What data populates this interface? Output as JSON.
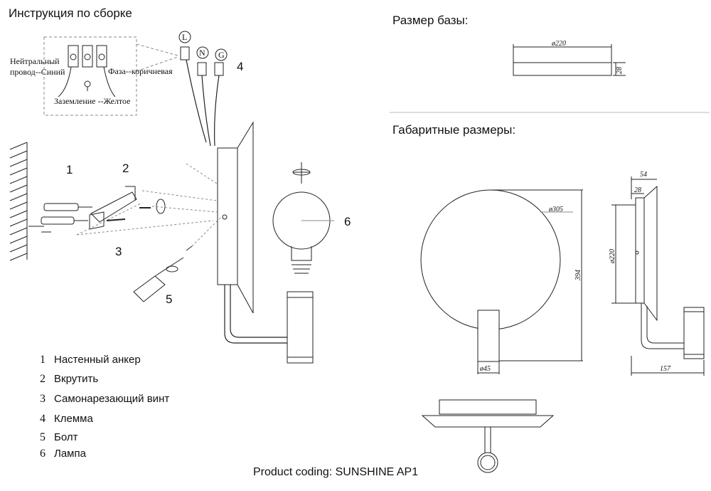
{
  "assembly": {
    "title": "Инструкция по сборке",
    "wiring": {
      "neutral_label": "Нейтральный\nпровод--Синий",
      "neutral_line1": "Нейтральный",
      "neutral_line2": "провод--Синий",
      "phase_label": "Фаза--коричневая",
      "ground_label": "Заземление --Желтое",
      "terminal_letters": [
        "L",
        "N",
        "G"
      ]
    },
    "callouts": [
      "1",
      "2",
      "3",
      "4",
      "5",
      "6"
    ]
  },
  "legend": [
    {
      "num": "1",
      "text": "Настенный анкер"
    },
    {
      "num": "2",
      "text": "Вкрутить"
    },
    {
      "num": "3",
      "text": "Самонарезающий винт"
    },
    {
      "num": "4",
      "text": "Клемма"
    },
    {
      "num": "5",
      "text": "Болт"
    },
    {
      "num": "6",
      "text": "Лампа"
    }
  ],
  "base_size": {
    "title": "Размер базы:",
    "diameter": "ø220",
    "height": "28"
  },
  "overall": {
    "title": "Габаритные размеры:",
    "disc_diameter": "ø305",
    "total_height": "394",
    "holder_diameter": "ø45",
    "side_depth_top": "54",
    "side_base_height": "28",
    "side_base_diameter": "ø220",
    "side_depth": "157"
  },
  "footer": {
    "product_coding": "Product coding: SUNSHINE AP1"
  }
}
